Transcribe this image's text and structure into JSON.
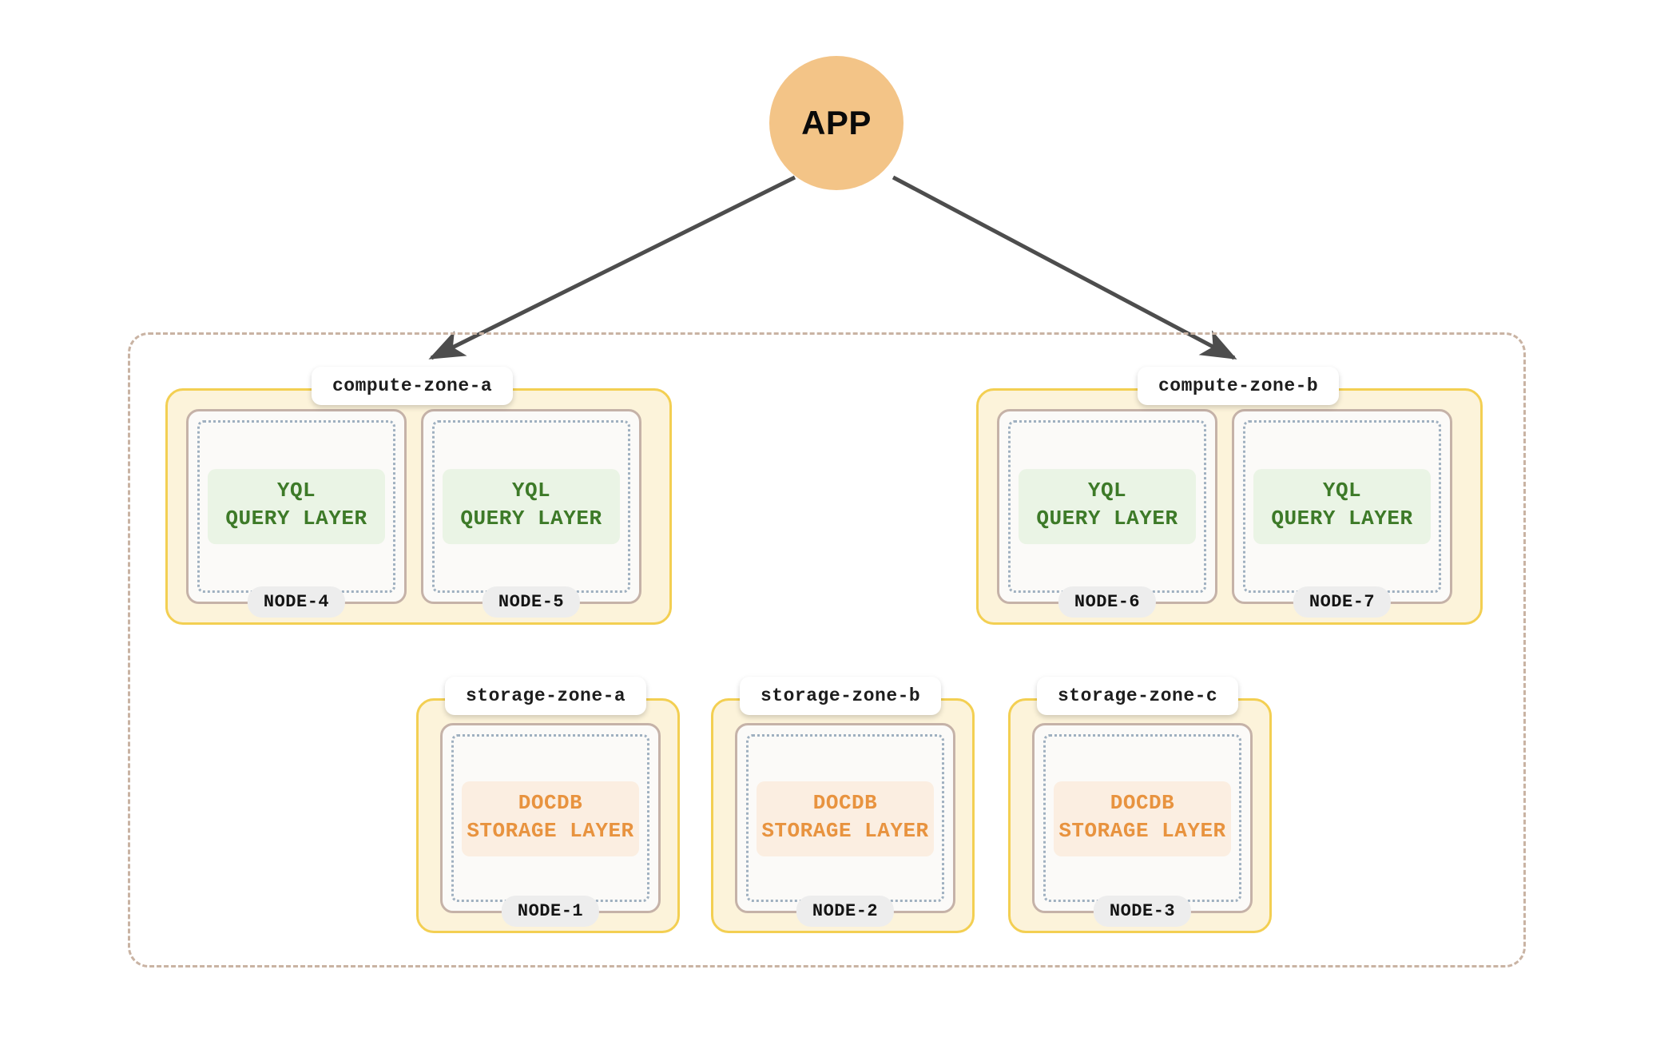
{
  "diagram": {
    "app": {
      "label": "APP",
      "color": "#f3c487"
    },
    "region": {
      "border_color": "#c9b3a3"
    },
    "arrow_color": "#4d4d4d",
    "zone_border_color": "#f3cf52",
    "zone_fill_color": "#fcf3da",
    "node_border_color": "#c5b2a8",
    "query_layer": {
      "text": "YQL\nQUERY LAYER",
      "color": "#3d7a28",
      "background": "#eaf4e5"
    },
    "storage_layer": {
      "text": "DOCDB\nSTORAGE LAYER",
      "color": "#e8933f",
      "background": "#fbeee1"
    },
    "compute_zones": [
      {
        "label": "compute-zone-a",
        "nodes": [
          {
            "badge": "NODE-4",
            "layer": "YQL\nQUERY LAYER"
          },
          {
            "badge": "NODE-5",
            "layer": "YQL\nQUERY LAYER"
          }
        ]
      },
      {
        "label": "compute-zone-b",
        "nodes": [
          {
            "badge": "NODE-6",
            "layer": "YQL\nQUERY LAYER"
          },
          {
            "badge": "NODE-7",
            "layer": "YQL\nQUERY LAYER"
          }
        ]
      }
    ],
    "storage_zones": [
      {
        "label": "storage-zone-a",
        "nodes": [
          {
            "badge": "NODE-1",
            "layer": "DOCDB\nSTORAGE LAYER"
          }
        ]
      },
      {
        "label": "storage-zone-b",
        "nodes": [
          {
            "badge": "NODE-2",
            "layer": "DOCDB\nSTORAGE LAYER"
          }
        ]
      },
      {
        "label": "storage-zone-c",
        "nodes": [
          {
            "badge": "NODE-3",
            "layer": "DOCDB\nSTORAGE LAYER"
          }
        ]
      }
    ]
  }
}
